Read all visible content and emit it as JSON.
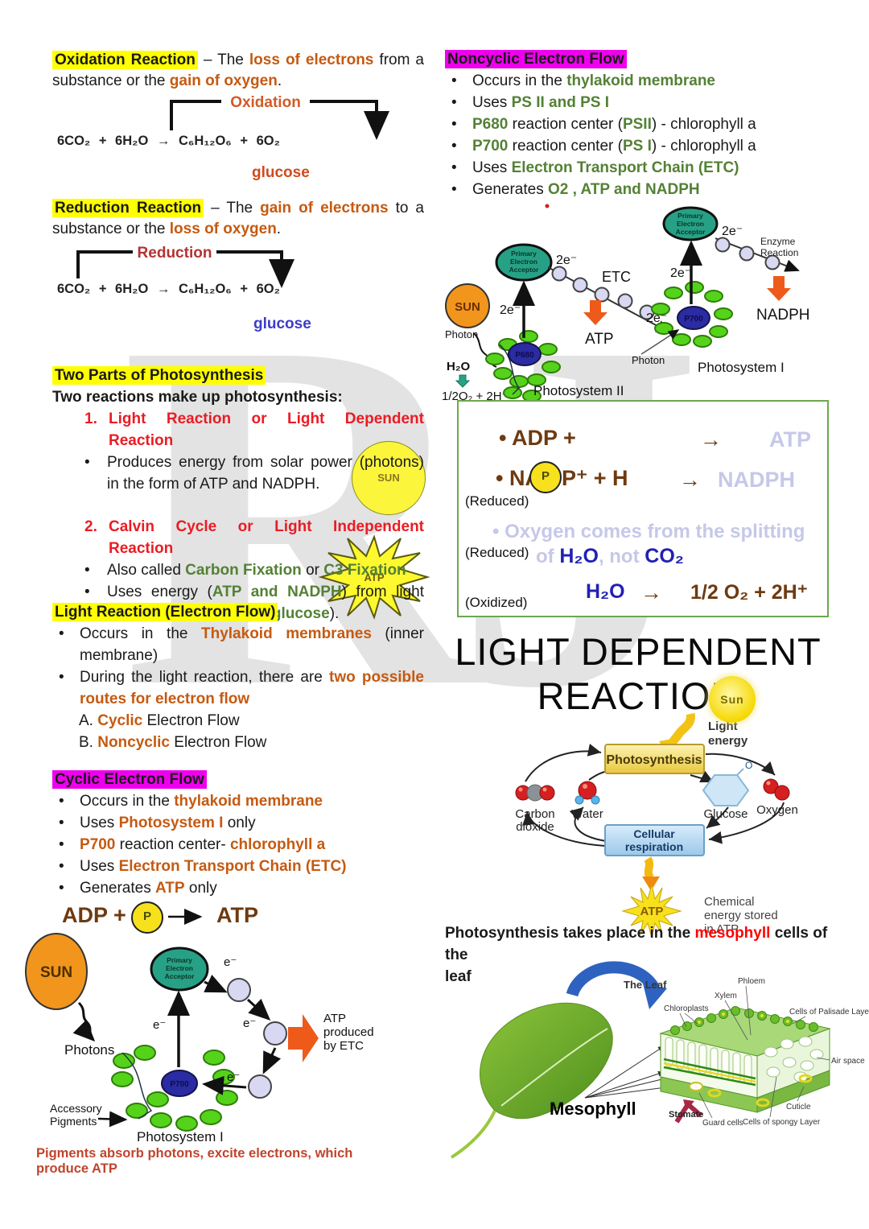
{
  "watermark": "RJ",
  "glyphs": {
    "bullet": "•"
  },
  "colors": {
    "highlight_yellow": "#ffff00",
    "highlight_magenta": "#ee00ee",
    "orange_keyword": "#c55a11",
    "green_keyword": "#538135",
    "red_heading": "#ea1c24",
    "brown_chem": "#6e3a10",
    "lavender_ghost": "#c6c8e8",
    "chem_blue": "#2121b4",
    "caption_red": "#c0442c"
  },
  "ox": {
    "h": "Oxidation Reaction",
    "s1": " – The ",
    "s2": "loss of electrons",
    "s3": " from a substance or the ",
    "s4": "gain of oxygen",
    "s5": ".",
    "label": "Oxidation",
    "eq": "6CO₂ + 6H₂O → C₆H₁₂O₆ + 6O₂",
    "glucose": "glucose"
  },
  "red": {
    "h": "Reduction Reaction",
    "s1": " – The ",
    "s2": "gain of electrons",
    "s3": " to a substance or the ",
    "s4": "loss of oxygen",
    "s5": ".",
    "label": "Reduction",
    "eq": "6CO₂ + 6H₂O → C₆H₁₂O₆ + 6O₂",
    "glucose": "glucose"
  },
  "two_parts": {
    "h": "Two Parts of Photosynthesis",
    "intro": "Two reactions make up photosynthesis:",
    "i1n": "1.",
    "i1": "Light Reaction or Light Dependent Reaction",
    "b1": "Produces energy from solar power (photons) in the form of ATP and NADPH.",
    "i2n": "2.",
    "i2": "Calvin Cycle or Light Independent Reaction",
    "b2s1": "Also called ",
    "b2s2": "Carbon Fixation",
    "b2s3": " or ",
    "b2s4": "C3 Fixation",
    "b3s1": "Uses energy (",
    "b3s2": "ATP and NADPH",
    "b3s3": ") from light reaction to make sugar (",
    "b3s4": "glucose",
    "b3s5": ").",
    "sun": "SUN",
    "atp": "ATP"
  },
  "light_reaction": {
    "h": "Light Reaction (Electron Flow)",
    "b1s1": "Occurs in the ",
    "b1s2": "Thylakoid membranes",
    "b1s3": " (inner membrane)",
    "b2s1": "During the light reaction, there are ",
    "b2s2": "two possible routes for electron flow",
    "a1": "A. ",
    "a2": "Cyclic",
    "a3": " Electron Flow",
    "n1": "B. ",
    "n2": "Noncyclic",
    "n3": " Electron Flow"
  },
  "cyclic": {
    "h": "Cyclic Electron Flow",
    "b1s1": "Occurs in the ",
    "b1s2": "thylakoid membrane",
    "b2s1": "Uses ",
    "b2s2": "Photosystem I",
    "b2s3": " only",
    "b3s1": "P700",
    "b3s2": " reaction center- ",
    "b3s3": "chlorophyll a",
    "b4s1": "Uses ",
    "b4s2": "Electron Transport Chain (ETC)",
    "b5s1": "Generates ",
    "b5s2": "ATP",
    "b5s3": " only",
    "adp": "ADP +",
    "p": "P",
    "atp": "ATP",
    "caption": "Pigments absorb photons, excite electrons, which produce ATP"
  },
  "cyclic_diagram": {
    "sun": "SUN",
    "pea1": "Primary",
    "pea2": "Electron",
    "pea3": "Acceptor",
    "e": "e⁻",
    "photons": "Photons",
    "acc1": "Accessory",
    "acc2": "Pigments",
    "p700": "P700",
    "ps1": "Photosystem I",
    "atp1": "ATP",
    "atp2": "produced",
    "atp3": "by ETC"
  },
  "noncyclic": {
    "h": "Noncyclic Electron Flow",
    "b1s1": "Occurs in the ",
    "b1s2": "thylakoid membrane",
    "b2s1": "Uses ",
    "b2s2": "PS II and PS I",
    "b3s1": "P680",
    "b3s2": " reaction center (",
    "b3s3": "PSII",
    "b3s4": ") - chlorophyll a",
    "b4s1": "P700",
    "b4s2": " reaction center (",
    "b4s3": "PS I",
    "b4s4": ") - chlorophyll a",
    "b5s1": "Uses ",
    "b5s2": "Electron Transport Chain (ETC)",
    "b6s1": "Generates ",
    "b6s2": "O2 , ATP and NADPH"
  },
  "noncyclic_diagram": {
    "sun": "SUN",
    "photon": "Photon",
    "h2o": "H₂O",
    "o2": "1/2O₂ + 2H⁺",
    "p680": "P680",
    "p700": "P700",
    "ps2": "Photosystem II",
    "ps1": "Photosystem I",
    "pea1": "Primary",
    "pea2": "Electron",
    "pea3": "Acceptor",
    "e2": "2e⁻",
    "etc": "ETC",
    "atp": "ATP",
    "nadph": "NADPH",
    "enzyme1": "Enzyme",
    "enzyme2": "Reaction"
  },
  "summary_box": {
    "r1a": "• ADP +",
    "arrow": "→",
    "r1b": "ATP",
    "r2a": "• NA",
    "r2p": "P",
    "r2b": "P⁺ + H",
    "r2c": "NADPH",
    "reduced": "(Reduced)",
    "r3a": "• Oxygen comes from the splitting",
    "r3b": "of ",
    "r3c": "H₂O",
    "r3d": ", not ",
    "r3e": "CO₂",
    "r4a": "H₂O",
    "r4b": "1/2 O₂ + 2H⁺",
    "oxidized": "(Oxidized)"
  },
  "title": {
    "l1": "LIGHT DEPENDENT",
    "l2": "REACTION",
    "sun": "Sun"
  },
  "cycle_diagram": {
    "light1": "Light",
    "light2": "energy",
    "ps": "Photosynthesis",
    "cr1": "Cellular",
    "cr2": "respiration",
    "co2a": "Carbon",
    "co2b": "dioxide",
    "water": "Water",
    "glucose": "Glucose",
    "o": "O",
    "oxygen": "Oxygen",
    "atp": "ATP",
    "chem1": "Chemical",
    "chem2": "energy stored",
    "chem3": "in ATP"
  },
  "mesophyll": {
    "s1": "Photosynthesis takes place in the ",
    "s2": "mesophyll",
    "s3": " cells of the",
    "s4": "leaf"
  },
  "leaf_diagram": {
    "the_leaf": "The Leaf",
    "mesophyll": "Mesophyll",
    "phloem": "Phloem",
    "xylem": "Xylem",
    "chloroplasts": "Chloroplasts",
    "palisade": "Cells of Palisade Layer",
    "air": "Air space",
    "cuticle": "Cuticle",
    "spongy": "Cells of spongy Layer",
    "guard": "Guard cells",
    "stomate": "Stomate"
  }
}
